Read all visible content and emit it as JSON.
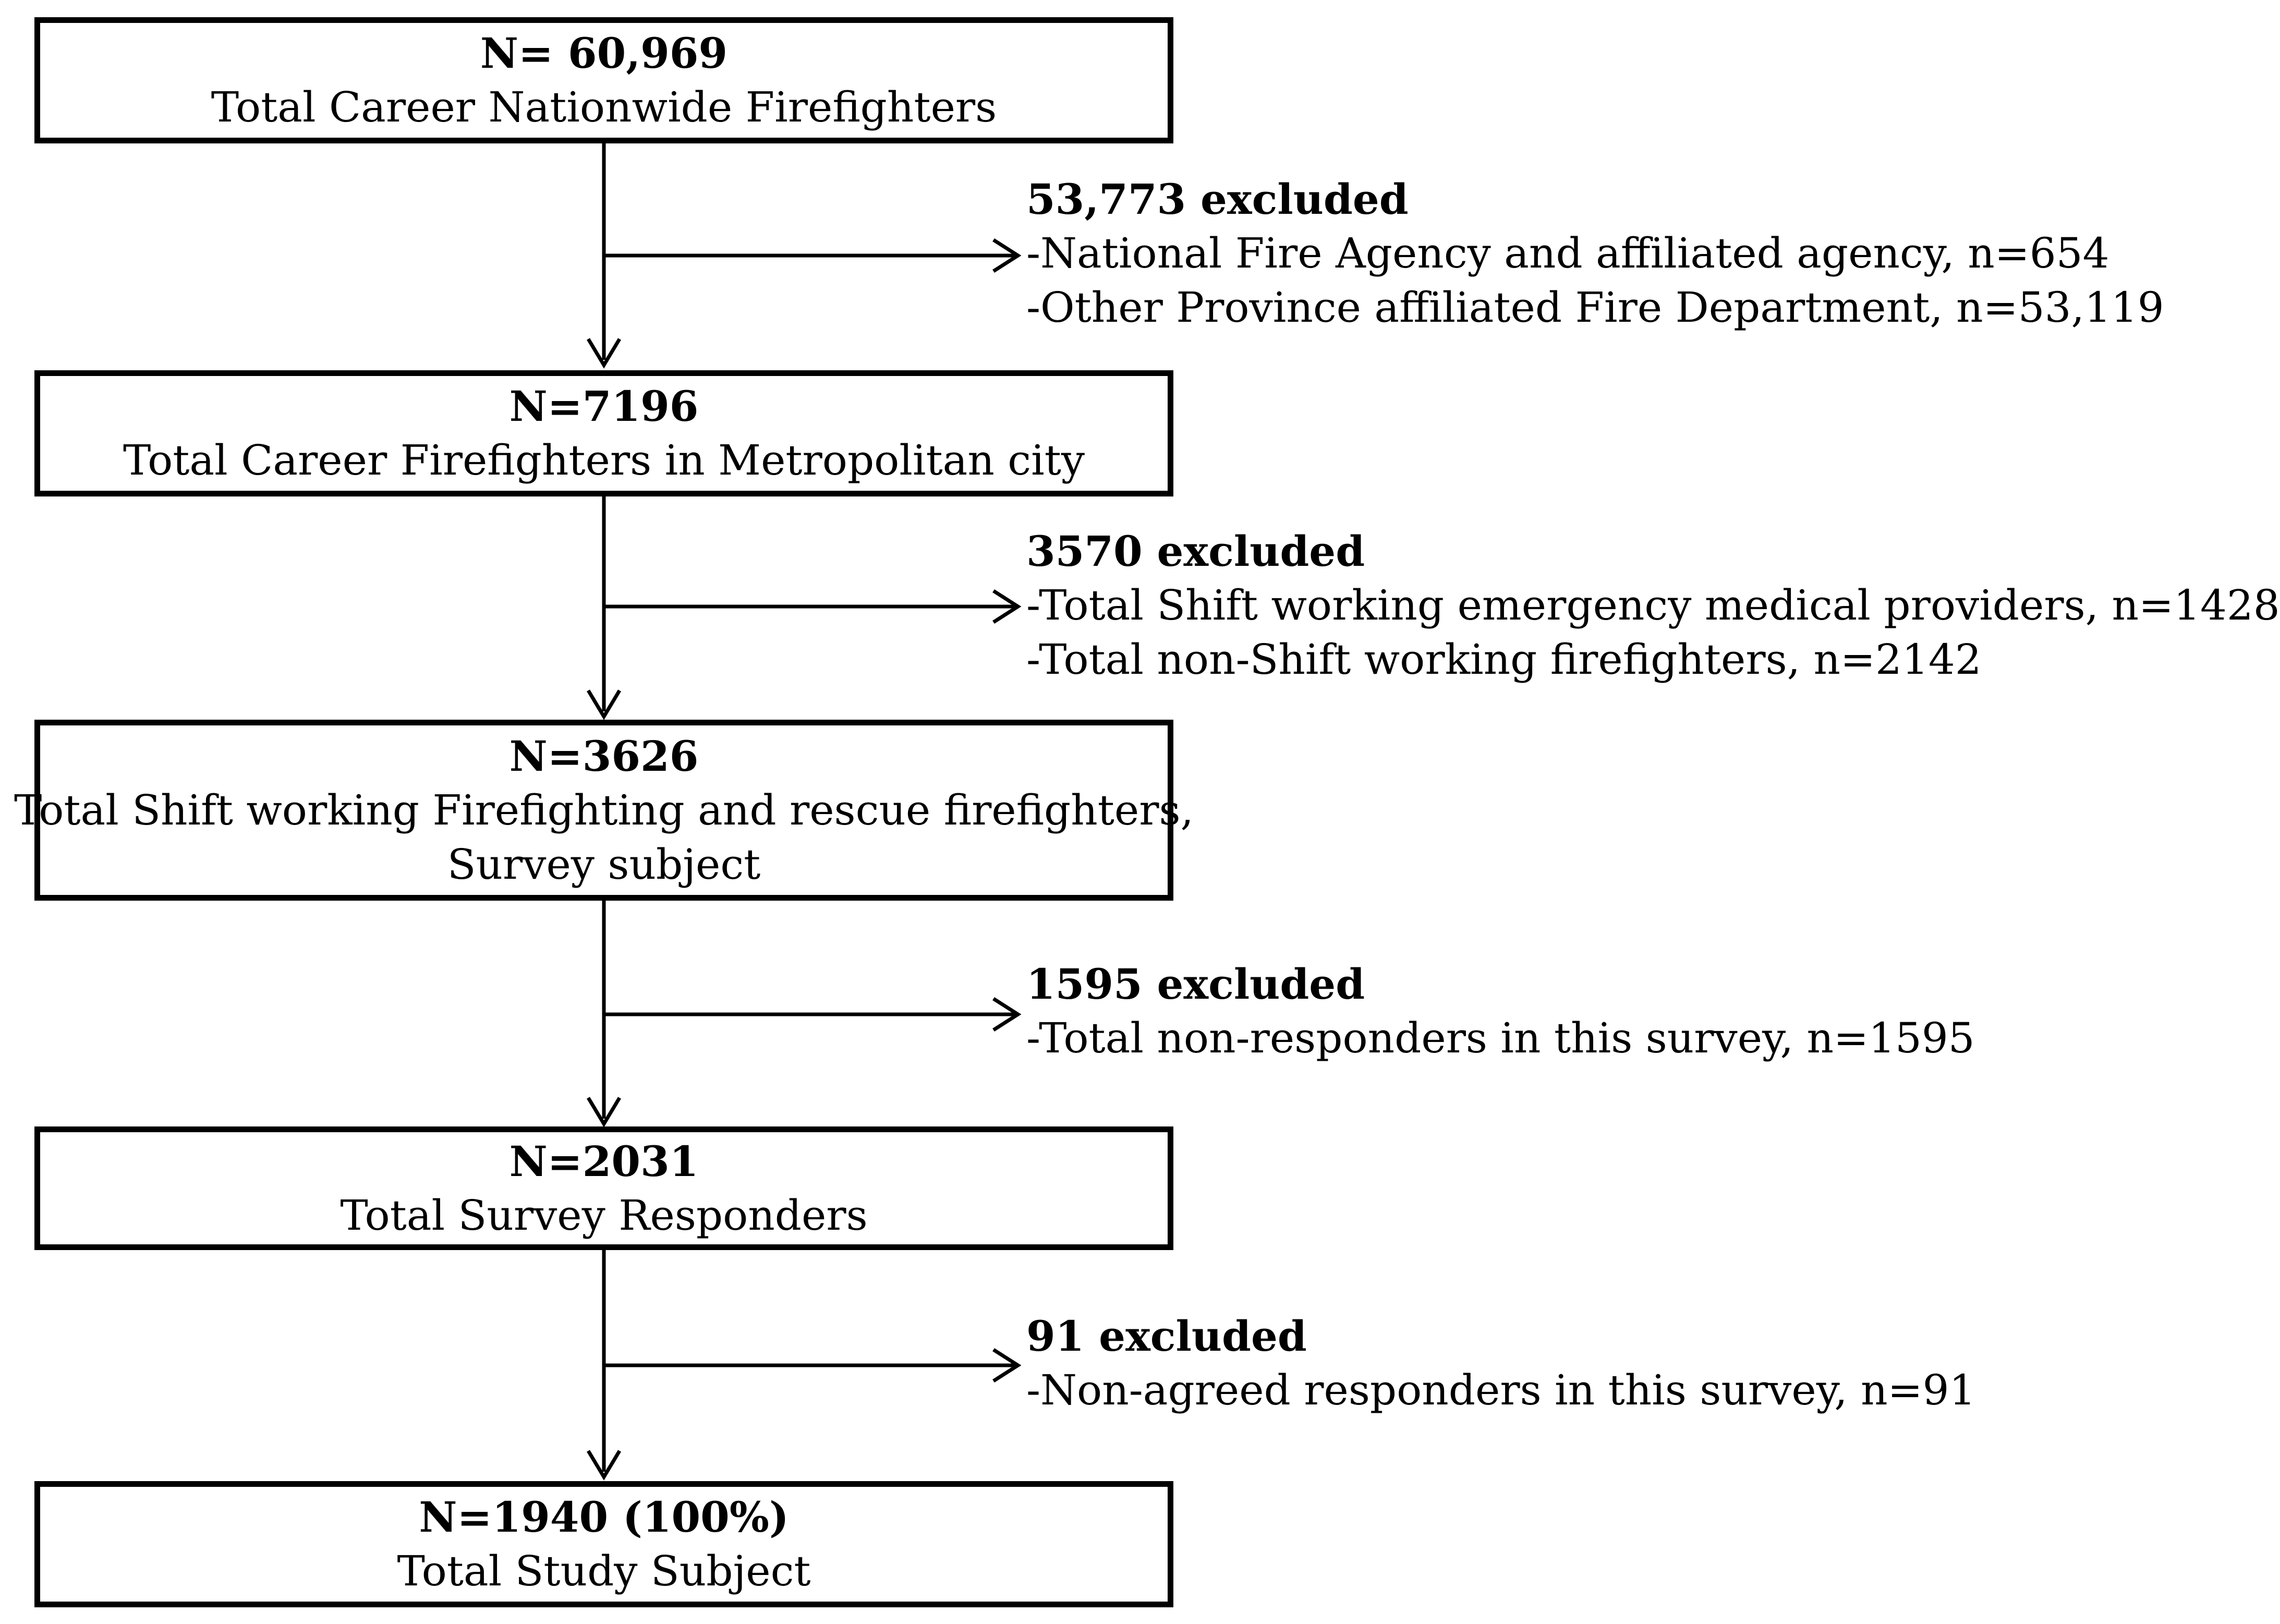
{
  "flow": {
    "line_color": "#000000",
    "stages": [
      {
        "count": "N= 60,969",
        "lines": [
          "Total Career Nationwide Firefighters"
        ]
      },
      {
        "count": "N=7196",
        "lines": [
          "Total Career Firefighters in Metropolitan city"
        ]
      },
      {
        "count": "N=3626",
        "lines": [
          "Total Shift working Firefighting and rescue firefighters,",
          "Survey subject"
        ]
      },
      {
        "count": "N=2031",
        "lines": [
          "Total Survey Responders"
        ]
      },
      {
        "count": "N=1940 (100%)",
        "lines": [
          "Total Study Subject"
        ]
      }
    ],
    "exclusions": [
      {
        "title": "53,773 excluded",
        "items": [
          "-National Fire Agency and affiliated agency, n=654",
          "-Other Province affiliated Fire Department, n=53,119"
        ]
      },
      {
        "title": "3570 excluded",
        "items": [
          "-Total Shift working emergency medical providers, n=1428",
          "-Total non-Shift working firefighters, n=2142"
        ]
      },
      {
        "title": "1595 excluded",
        "items": [
          "-Total non-responders in this survey, n=1595"
        ]
      },
      {
        "title": "91 excluded",
        "items": [
          "-Non-agreed responders in this survey, n=91"
        ]
      }
    ]
  }
}
